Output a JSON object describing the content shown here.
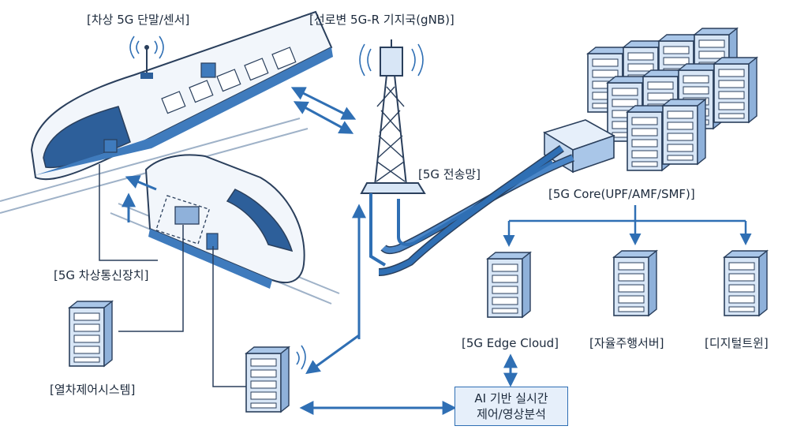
{
  "labels": {
    "train_terminal": "[차상 5G 단말/센서]",
    "base_station": "[선로변 5G-R 기지국(gNB)]",
    "transport_network": "[5G 전송망]",
    "core": "[5G Core(UPF/AMF/SMF)]",
    "onboard_device": "[5G 차상통신장치]",
    "control_system": "[열차제어시스템]",
    "edge_cloud": "[5G Edge Cloud]",
    "autonomous_server": "[자율주행서버]",
    "digital_twin": "[디지털트윈]"
  },
  "ai_box": {
    "line1": "AI 기반 실시간",
    "line2": "제어/영상분석"
  },
  "colors": {
    "accent": "#2f6fb4",
    "outline": "#2a3f5c",
    "server_fill": "#d8e6f6",
    "box_fill": "#e6effa"
  }
}
